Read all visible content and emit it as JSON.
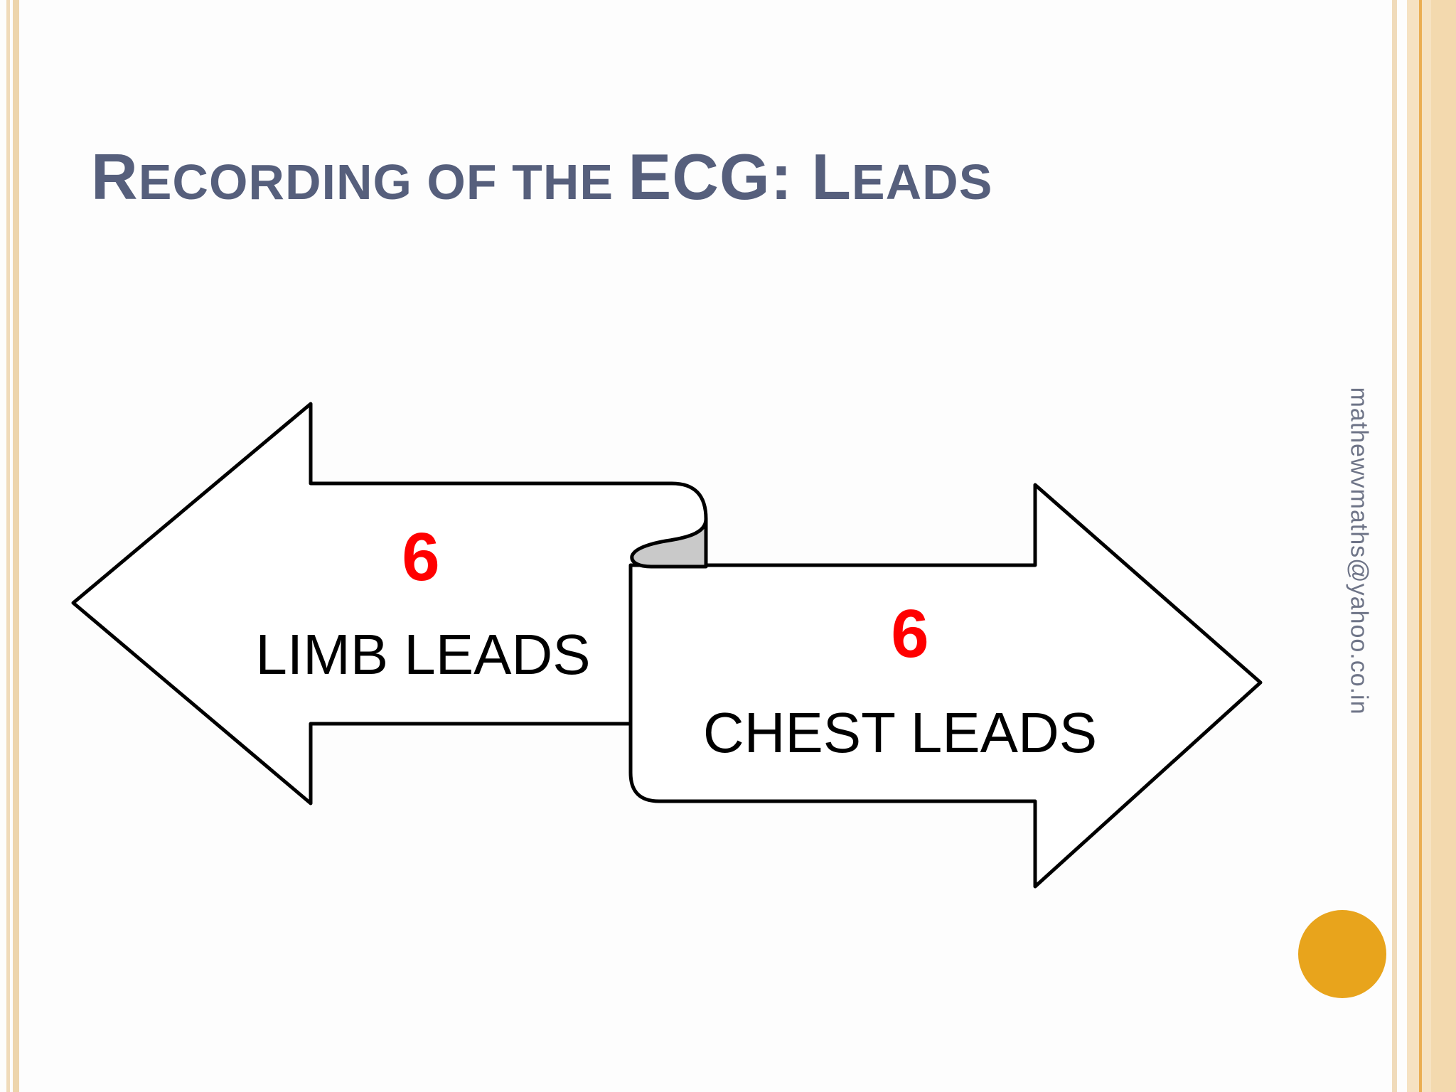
{
  "slide": {
    "title": {
      "text_full": "Recording of the ECG: Leads",
      "color": "#565F7C",
      "segments": [
        {
          "text": "R"
        },
        {
          "text": "ECORDING OF THE "
        },
        {
          "text": "ECG: "
        },
        {
          "text": "L"
        },
        {
          "text": "EADS"
        }
      ]
    },
    "diagram": {
      "left_arrow": {
        "direction": "left",
        "count": "6",
        "label": "LIMB LEADS"
      },
      "right_arrow": {
        "direction": "right",
        "count": "6",
        "label": "CHEST LEADS"
      },
      "count_color": "#FF0000",
      "label_color": "#000000",
      "arrow_fill": "#FFFFFF",
      "arrow_outline": "#000000",
      "fold_fill": "#C9C9C9"
    },
    "watermark": {
      "text": "mathewvmaths@yahoo.co.in",
      "color": "#6E7487"
    },
    "decor": {
      "circle_color": "#E8A41C",
      "left_stripe_colors": [
        "#F0DBBA",
        "#EDD5AC"
      ],
      "right_band_color": "#F6E2C2",
      "right_band_line_color": "#EBAE52",
      "right_band_outer_color": "#F3D9AE"
    }
  }
}
